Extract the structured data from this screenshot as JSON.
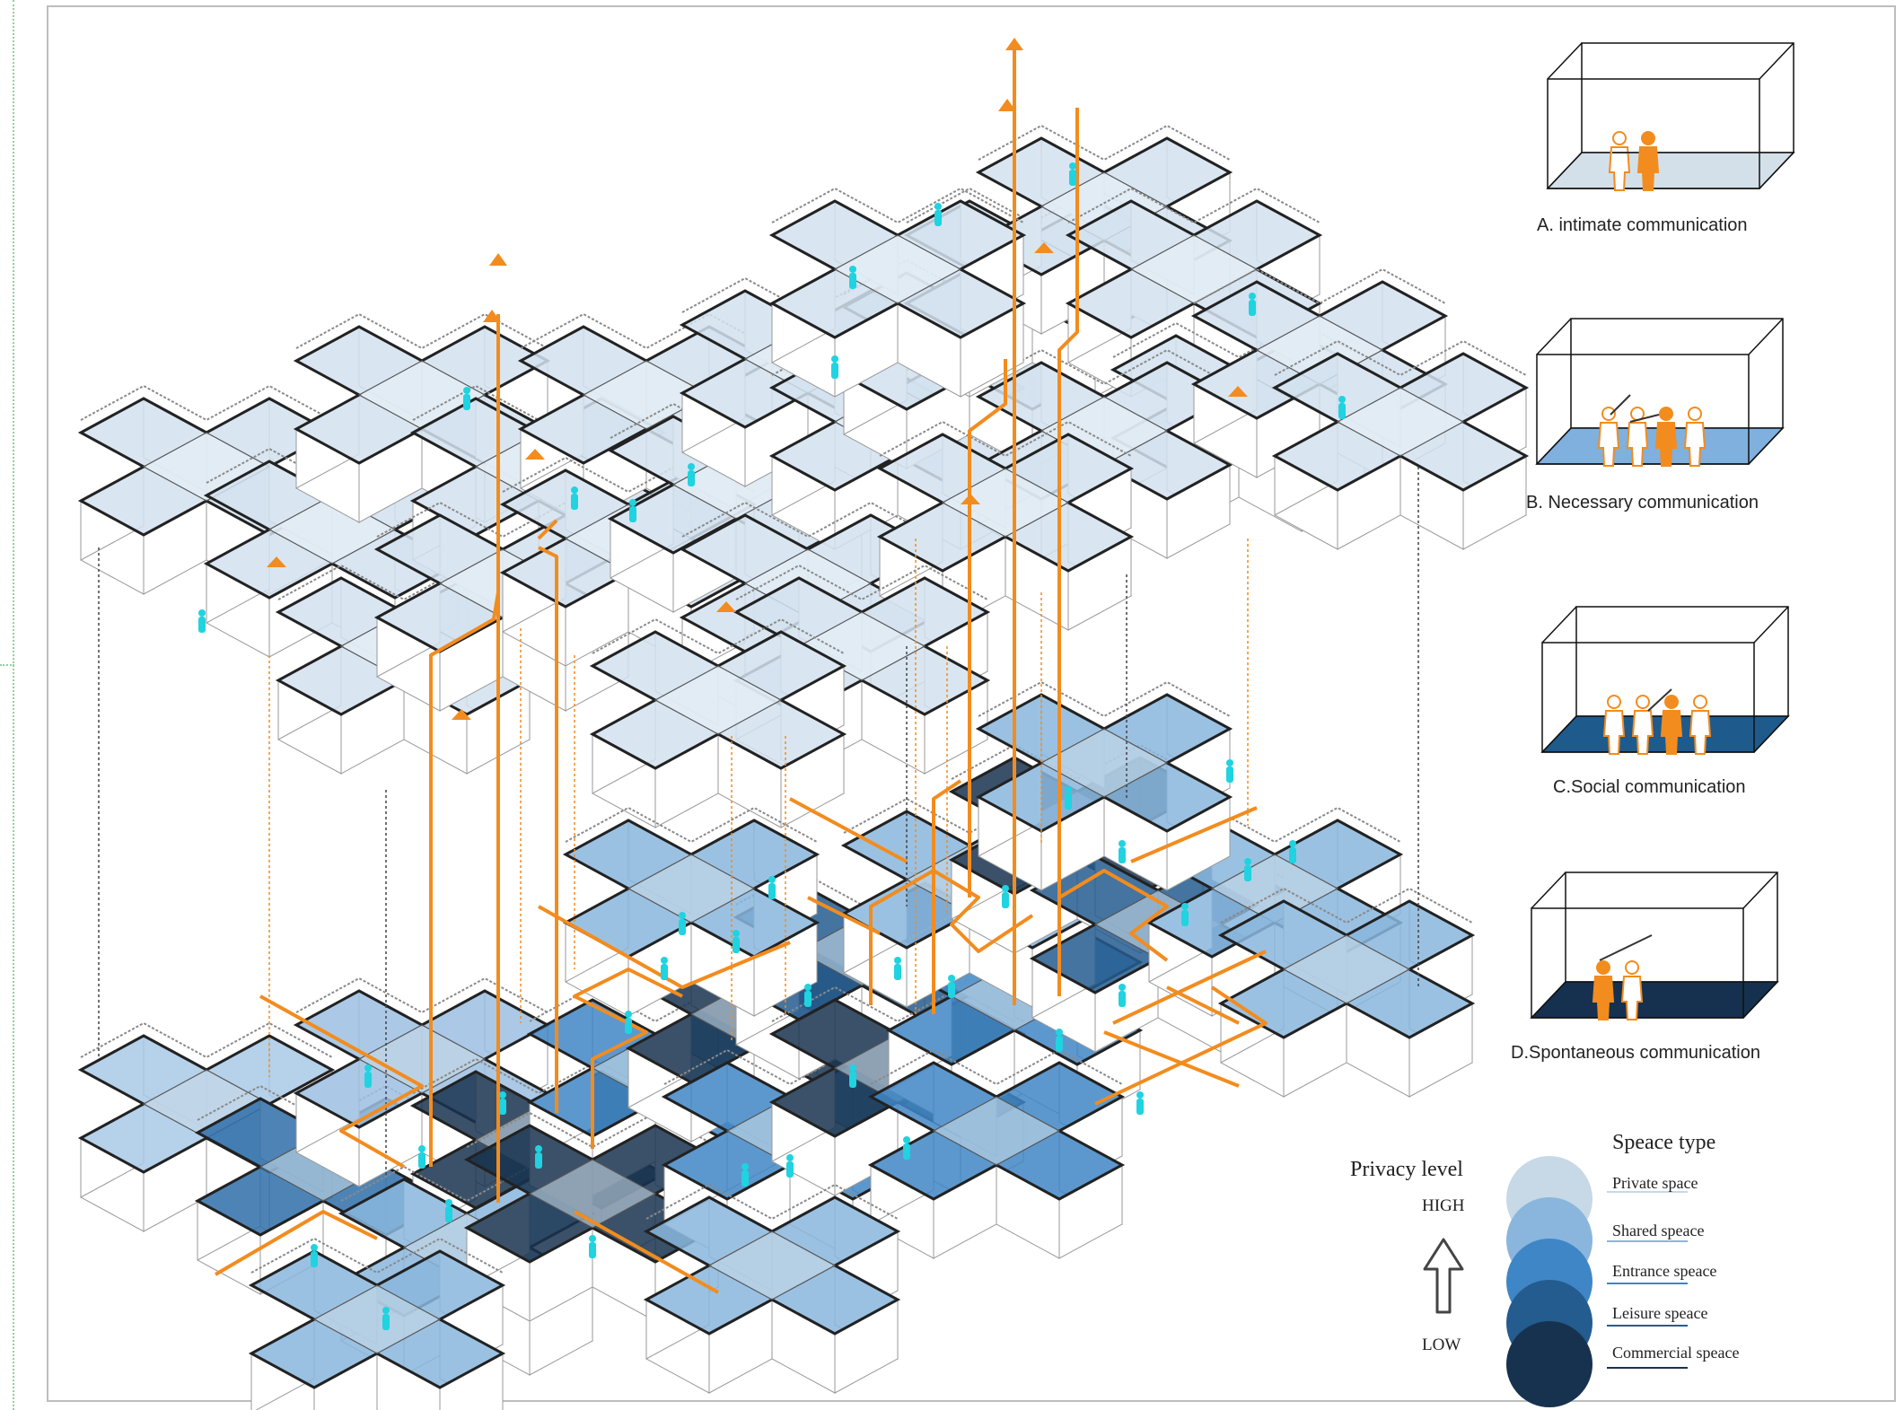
{
  "communication_types": [
    {
      "label": "A. intimate communication",
      "floor_color": "#d3e0ea"
    },
    {
      "label": "B. Necessary communication",
      "floor_color": "#7fb0de"
    },
    {
      "label": "C.Social communication",
      "floor_color": "#1f5a8c"
    },
    {
      "label": "D.Spontaneous communication",
      "floor_color": "#15314f"
    }
  ],
  "legend": {
    "privacy_title": "Privacy level",
    "high": "HIGH",
    "low": "LOW",
    "space_title": "Speace type",
    "items": [
      {
        "label": "Private space",
        "color": "#c7d8e6"
      },
      {
        "label": "Shared speace",
        "color": "#8ab6dd"
      },
      {
        "label": "Entrance speace",
        "color": "#3f86c6"
      },
      {
        "label": "Leisure speace",
        "color": "#245c8f"
      },
      {
        "label": "Commercial speace",
        "color": "#17324f"
      }
    ]
  },
  "colors": {
    "path": "#f28c1e",
    "figure": "#1fd3e0",
    "frame": "#bdbdbd"
  }
}
